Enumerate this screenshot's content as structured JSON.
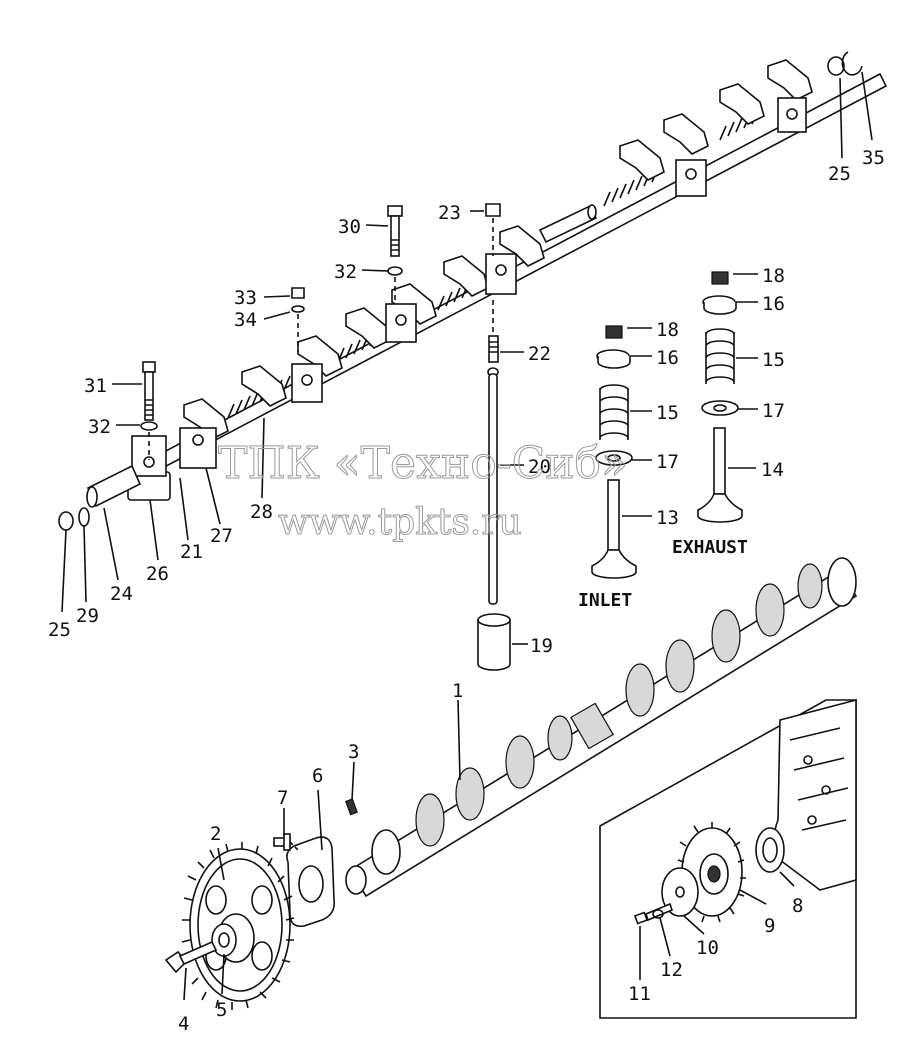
{
  "labels": {
    "l1": "1",
    "l2": "2",
    "l3": "3",
    "l4": "4",
    "l5": "5",
    "l6": "6",
    "l7": "7",
    "l8": "8",
    "l9": "9",
    "l10": "10",
    "l11": "11",
    "l12": "12",
    "l13": "13",
    "l14": "14",
    "l15a": "15",
    "l15b": "15",
    "l16a": "16",
    "l16b": "16",
    "l17a": "17",
    "l17b": "17",
    "l18a": "18",
    "l18b": "18",
    "l19": "19",
    "l20": "20",
    "l21": "21",
    "l22": "22",
    "l23": "23",
    "l24": "24",
    "l25a": "25",
    "l25b": "25",
    "l26": "26",
    "l27": "27",
    "l28": "28",
    "l29": "29",
    "l30": "30",
    "l31": "31",
    "l32a": "32",
    "l32b": "32",
    "l33": "33",
    "l34": "34",
    "l35": "35"
  },
  "captions": {
    "inlet": "INLET",
    "exhaust": "EXHAUST"
  },
  "watermark": {
    "line1": "ТПК «Техно-Сиб»",
    "line2": "www.tpkts.ru"
  }
}
